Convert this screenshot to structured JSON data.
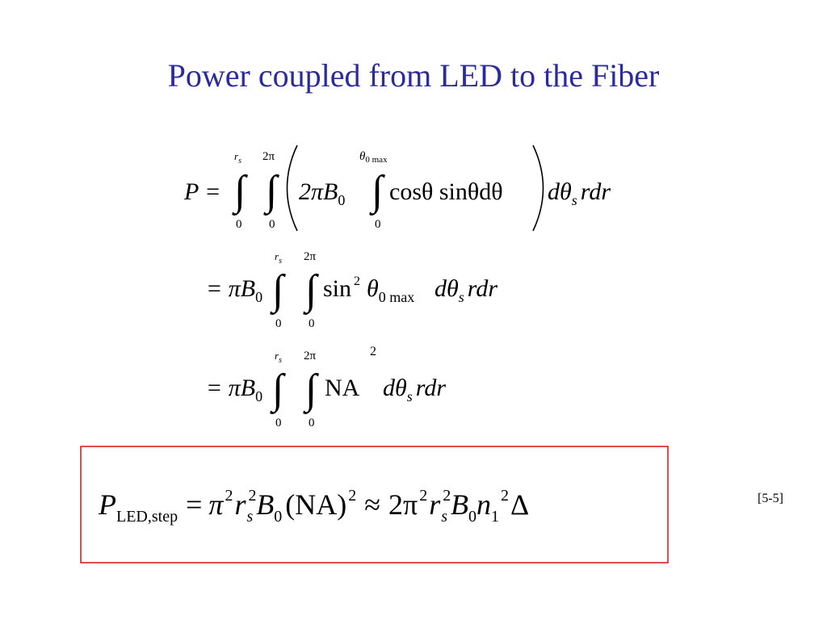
{
  "title": "Power coupled from LED to the Fiber",
  "reference": "[5-5]",
  "colors": {
    "title": "#2b2b9b",
    "box_border": "#d40000",
    "text": "#000000"
  },
  "eq1": {
    "lhs": "P =",
    "int1_upper_base": "r",
    "int1_upper_sub": "s",
    "int1_lower": "0",
    "int2_upper": "2π",
    "int2_lower": "0",
    "coef": "2πB",
    "coef_sub": "0",
    "int3_upper_base": "θ",
    "int3_upper_sub": "0 max",
    "int3_lower": "0",
    "integrand": "cosθ sinθdθ",
    "tail_pre": "dθ",
    "tail_sub": "s",
    "tail_post": "rdr"
  },
  "eq2": {
    "lhs": "= πB",
    "lhs_sub": "0",
    "int1_upper_base": "r",
    "int1_upper_sub": "s",
    "int1_lower": "0",
    "int2_upper": "2π",
    "int2_lower": "0",
    "sin": "sin",
    "sin_sup": "2",
    "theta": "θ",
    "theta_sub": "0 max",
    "tail_pre": "dθ",
    "tail_sub": "s",
    "tail_post": "rdr"
  },
  "eq3": {
    "lhs": "= πB",
    "lhs_sub": "0",
    "int1_upper_base": "r",
    "int1_upper_sub": "s",
    "int1_lower": "0",
    "int2_upper": "2π",
    "int2_lower": "0",
    "na": "NA",
    "na_sup": "2",
    "tail_pre": "dθ",
    "tail_sub": "s",
    "tail_post": "rdr"
  },
  "boxed": {
    "P": "P",
    "P_sub": "LED,step",
    "eq": "=",
    "pi": "π",
    "pi_sup": "2",
    "r": "r",
    "r_sub": "s",
    "r_sup": "2",
    "B": "B",
    "B_sub": "0",
    "na": "(NA)",
    "na_sup": "2",
    "approx": "≈",
    "two_pi": "2π",
    "two_pi_sup": "2",
    "r2": "r",
    "r2_sub": "s",
    "r2_sup": "2",
    "B2": "B",
    "B2_sub": "0",
    "n": "n",
    "n_sub": "1",
    "n_sup": "2",
    "delta": "Δ"
  }
}
